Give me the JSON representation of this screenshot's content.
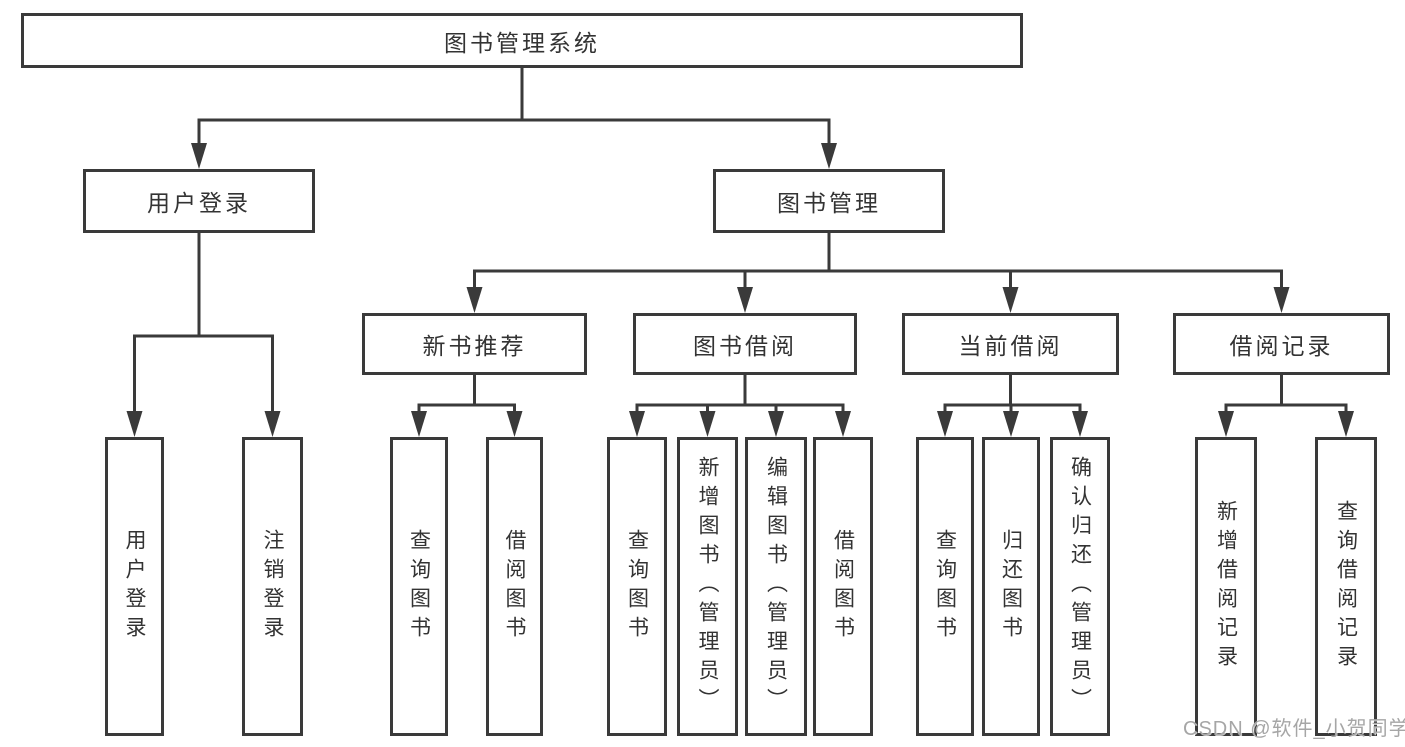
{
  "diagram": {
    "root": "图书管理系统",
    "branches": [
      {
        "label": "用户登录",
        "children": [
          "用户登录",
          "注销登录"
        ]
      },
      {
        "label": "图书管理",
        "children": [
          {
            "label": "新书推荐",
            "children": [
              "查询图书",
              "借阅图书"
            ]
          },
          {
            "label": "图书借阅",
            "children": [
              "查询图书",
              "新增图书（管理员）",
              "编辑图书（管理员）",
              "借阅图书"
            ]
          },
          {
            "label": "当前借阅",
            "children": [
              "查询图书",
              "归还图书",
              "确认归还（管理员）"
            ]
          },
          {
            "label": "借阅记录",
            "children": [
              "新增借阅记录",
              "查询借阅记录"
            ]
          }
        ]
      }
    ]
  },
  "colors": {
    "line": "#3a3a3a",
    "text": "#333333",
    "background": "#ffffff",
    "watermark": "#a6a6a6"
  },
  "watermark": "CSDN @软件_小贺同学"
}
